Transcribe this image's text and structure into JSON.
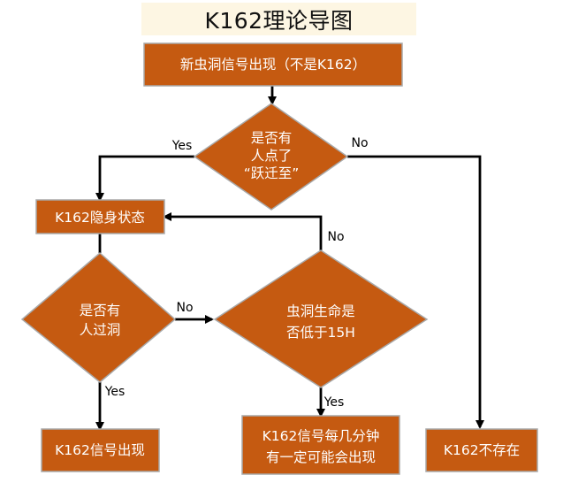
{
  "title": "K162理论导图",
  "nodes": {
    "start": "新虫洞信号出现（不是K162）",
    "decision_jump": [
      "是否有",
      "人点了",
      "“跃迁至”"
    ],
    "stealth": "K162隐身状态",
    "decision_traversed": [
      "是否有",
      "人过洞"
    ],
    "decision_life": [
      "虫洞生命是",
      "否低于15H"
    ],
    "signal_appears": "K162信号出现",
    "signal_maybe": [
      "K162信号每几分钟",
      "有一定可能会出现"
    ],
    "not_exist": "K162不存在"
  },
  "edges": {
    "jump_yes": "Yes",
    "jump_no": "No",
    "traversed_yes": "Yes",
    "traversed_no": "No",
    "life_yes": "Yes",
    "life_no": "No"
  }
}
